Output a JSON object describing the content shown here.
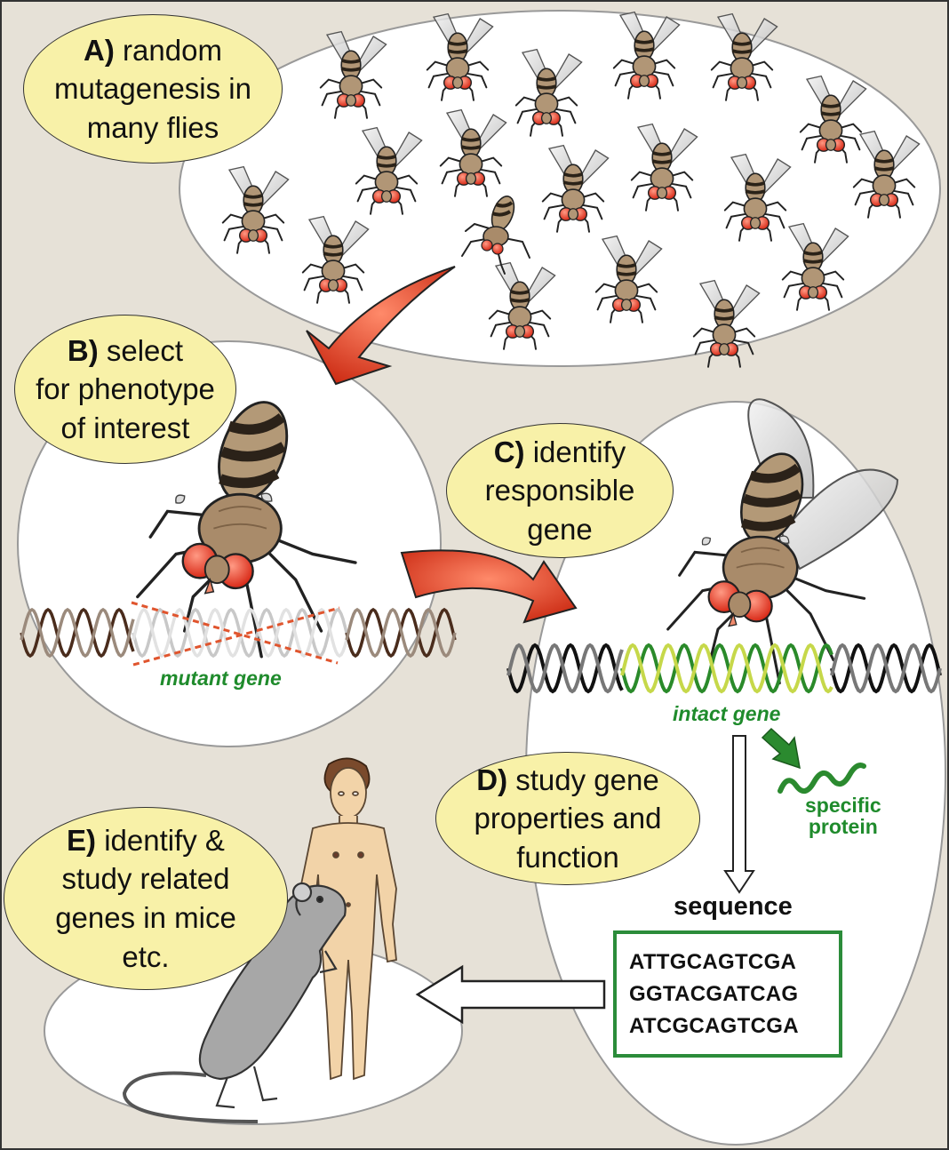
{
  "steps": {
    "a": {
      "letter": "A)",
      "line1": "random",
      "line2": "mutagenesis in",
      "line3": "many flies"
    },
    "b": {
      "letter": "B)",
      "line1": "select",
      "line2": "for phenotype",
      "line3": "of interest"
    },
    "c": {
      "letter": "C)",
      "line1": "identify",
      "line2": "responsible",
      "line3": "gene"
    },
    "d": {
      "letter": "D)",
      "line1": "study gene",
      "line2": "properties and",
      "line3": "function"
    },
    "e": {
      "letter": "E)",
      "line1": "identify &",
      "line2": "study related",
      "line3": "genes in mice",
      "line4": "etc."
    }
  },
  "labels": {
    "mutant_gene": "mutant gene",
    "intact_gene": "intact gene",
    "protein_line1": "specific",
    "protein_line2": "protein",
    "sequence": "sequence"
  },
  "sequence_lines": [
    "ATTGCAGTCGA",
    "GGTACGATCAG",
    "ATCGCAGTCGA"
  ],
  "colors": {
    "background": "#e6e1d7",
    "bubble": "#f8f1a8",
    "gene_green": "#1f8b2c",
    "arrow_red": "#d93a1c",
    "fly_body": "#a8896a",
    "fly_eye": "#e0331d",
    "mouse": "#a3a3a3",
    "skin": "#f2d3a8"
  }
}
